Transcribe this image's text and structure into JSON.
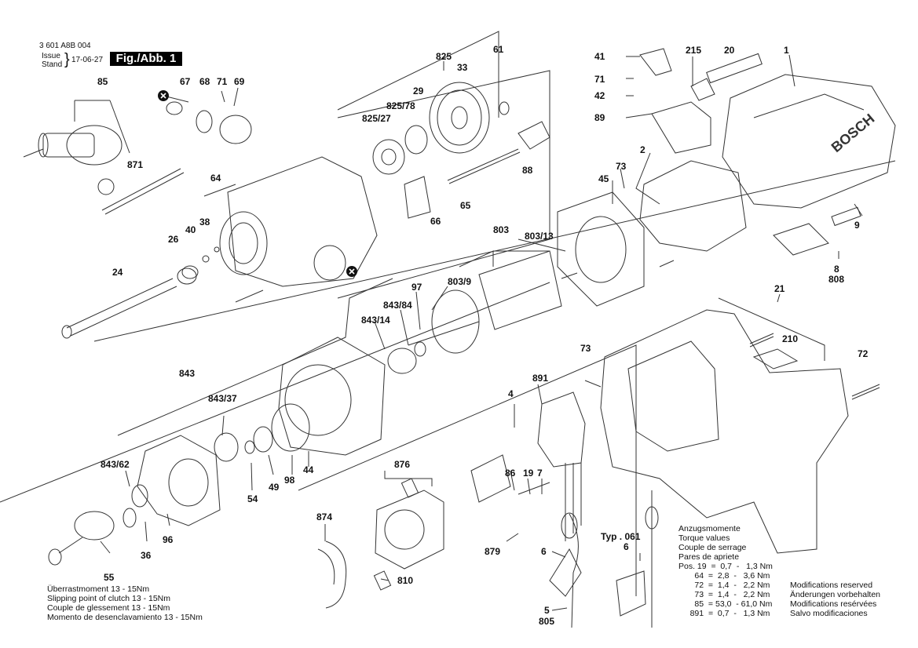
{
  "header": {
    "doc_number": "3 601 A8B 004",
    "issue_label": "Issue",
    "stand_label": "Stand",
    "issue_date": "17-06-27",
    "figure_label": "Fig./Abb. 1"
  },
  "brand_text": "BOSCH",
  "parts": {
    "p825": "825",
    "p33": "33",
    "p61": "61",
    "p29": "29",
    "p825_78": "825/78",
    "p825_27": "825/27",
    "p88": "88",
    "p85": "85",
    "p67": "67",
    "p68": "68",
    "p71a": "71",
    "p69": "69",
    "p871": "871",
    "p64": "64",
    "p65": "65",
    "p66": "66",
    "p40": "40",
    "p38": "38",
    "p26": "26",
    "p24": "24",
    "p41": "41",
    "p71b": "71",
    "p42": "42",
    "p89": "89",
    "p215": "215",
    "p20": "20",
    "p1": "1",
    "p2": "2",
    "p73a": "73",
    "p45": "45",
    "p9": "9",
    "p8": "8",
    "p808": "808",
    "p803": "803",
    "p803_13": "803/13",
    "p803_9": "803/9",
    "p97": "97",
    "p843_84": "843/84",
    "p843_14": "843/14",
    "p21": "21",
    "p210": "210",
    "p73b": "73",
    "p72a": "72",
    "p843": "843",
    "p843_37": "843/37",
    "p843_62": "843/62",
    "p55": "55",
    "p36": "36",
    "p96": "96",
    "p54": "54",
    "p49": "49",
    "p98": "98",
    "p44": "44",
    "p891": "891",
    "p4": "4",
    "p86": "86",
    "p19": "19",
    "p7": "7",
    "p876": "876",
    "p874": "874",
    "p810": "810",
    "p879": "879",
    "p6a": "6",
    "p5": "5",
    "p805": "805",
    "p6b": "6"
  },
  "typ_label": "Typ . 061",
  "clutch_notes": [
    "Überrastmoment 13 - 15Nm",
    "Slipping point of clutch 13 - 15Nm",
    "Couple de glessement 13 - 15Nm",
    "Momento de desenclavamiento 13 - 15Nm"
  ],
  "torque": {
    "headings": [
      "Anzugsmomente",
      "Torque values",
      "Couple de serrage",
      "Pares de apriete"
    ],
    "rows": [
      "Pos. 19  =  0,7  -   1,3 Nm",
      "       64  =  2,8  -   3,6 Nm",
      "       72  =  1,4  -   2,2 Nm",
      "       73  =  1,4  -   2,2 Nm",
      "       85  = 53,0  - 61,0 Nm",
      "     891  =  0,7  -   1,3 Nm"
    ]
  },
  "modifications": [
    "Modifications reserved",
    "Änderungen vorbehalten",
    "Modifications resérvées",
    "Salvo modificaciones"
  ]
}
